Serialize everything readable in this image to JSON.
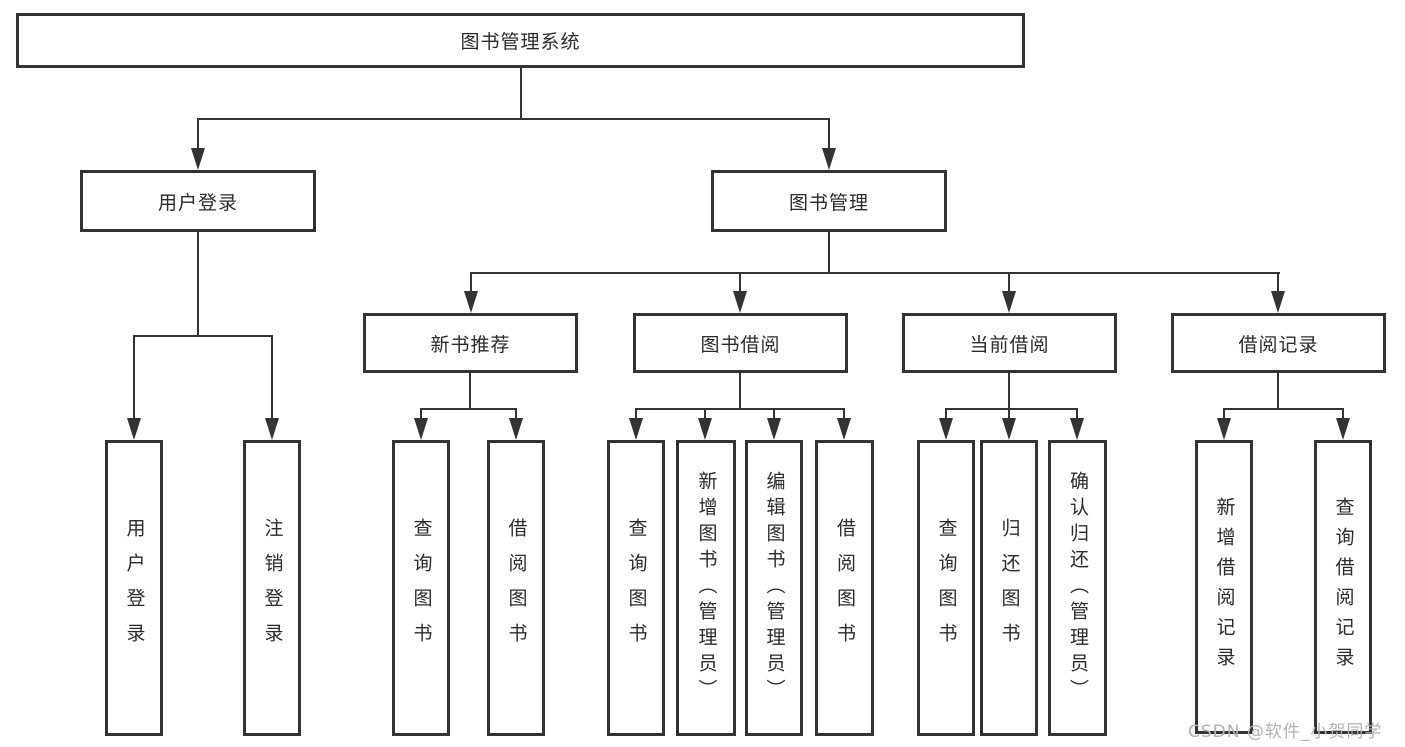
{
  "diagram": {
    "type": "hierarchy-tree",
    "style": {
      "line_color": "#333333",
      "box_border_color": "#333333",
      "text_color": "#2b2b2b",
      "background": "#ffffff"
    },
    "tree": {
      "root": "图书管理系统",
      "children": [
        {
          "label": "用户登录",
          "children": [
            {
              "label": "用户登录"
            },
            {
              "label": "注销登录"
            }
          ]
        },
        {
          "label": "图书管理",
          "children": [
            {
              "label": "新书推荐",
              "children": [
                {
                  "label": "查询图书"
                },
                {
                  "label": "借阅图书"
                }
              ]
            },
            {
              "label": "图书借阅",
              "children": [
                {
                  "label": "查询图书"
                },
                {
                  "label": "新增图书（管理员）"
                },
                {
                  "label": "编辑图书（管理员）"
                },
                {
                  "label": "借阅图书"
                }
              ]
            },
            {
              "label": "当前借阅",
              "children": [
                {
                  "label": "查询图书"
                },
                {
                  "label": "归还图书"
                },
                {
                  "label": "确认归还（管理员）"
                }
              ]
            },
            {
              "label": "借阅记录",
              "children": [
                {
                  "label": "新增借阅记录"
                },
                {
                  "label": "查询借阅记录"
                }
              ]
            }
          ]
        }
      ]
    }
  },
  "watermark": {
    "text": "CSDN @软件_小贺同学",
    "color": "#b3b3b3"
  }
}
